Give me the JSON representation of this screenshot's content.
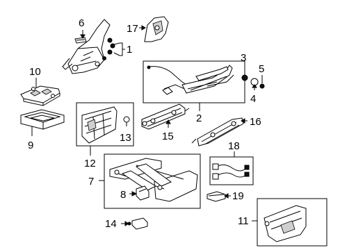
{
  "diagram": {
    "callouts": [
      {
        "id": "c1",
        "text": "1"
      },
      {
        "id": "c2",
        "text": "2"
      },
      {
        "id": "c3",
        "text": "3"
      },
      {
        "id": "c4",
        "text": "4"
      },
      {
        "id": "c5",
        "text": "5"
      },
      {
        "id": "c6",
        "text": "6"
      },
      {
        "id": "c7",
        "text": "7"
      },
      {
        "id": "c8",
        "text": "8"
      },
      {
        "id": "c9",
        "text": "9"
      },
      {
        "id": "c10",
        "text": "10"
      },
      {
        "id": "c11",
        "text": "11"
      },
      {
        "id": "c12",
        "text": "12"
      },
      {
        "id": "c13",
        "text": "13"
      },
      {
        "id": "c14",
        "text": "14"
      },
      {
        "id": "c15",
        "text": "15"
      },
      {
        "id": "c16",
        "text": "16"
      },
      {
        "id": "c17",
        "text": "17"
      },
      {
        "id": "c18",
        "text": "18"
      },
      {
        "id": "c19",
        "text": "19"
      }
    ]
  }
}
